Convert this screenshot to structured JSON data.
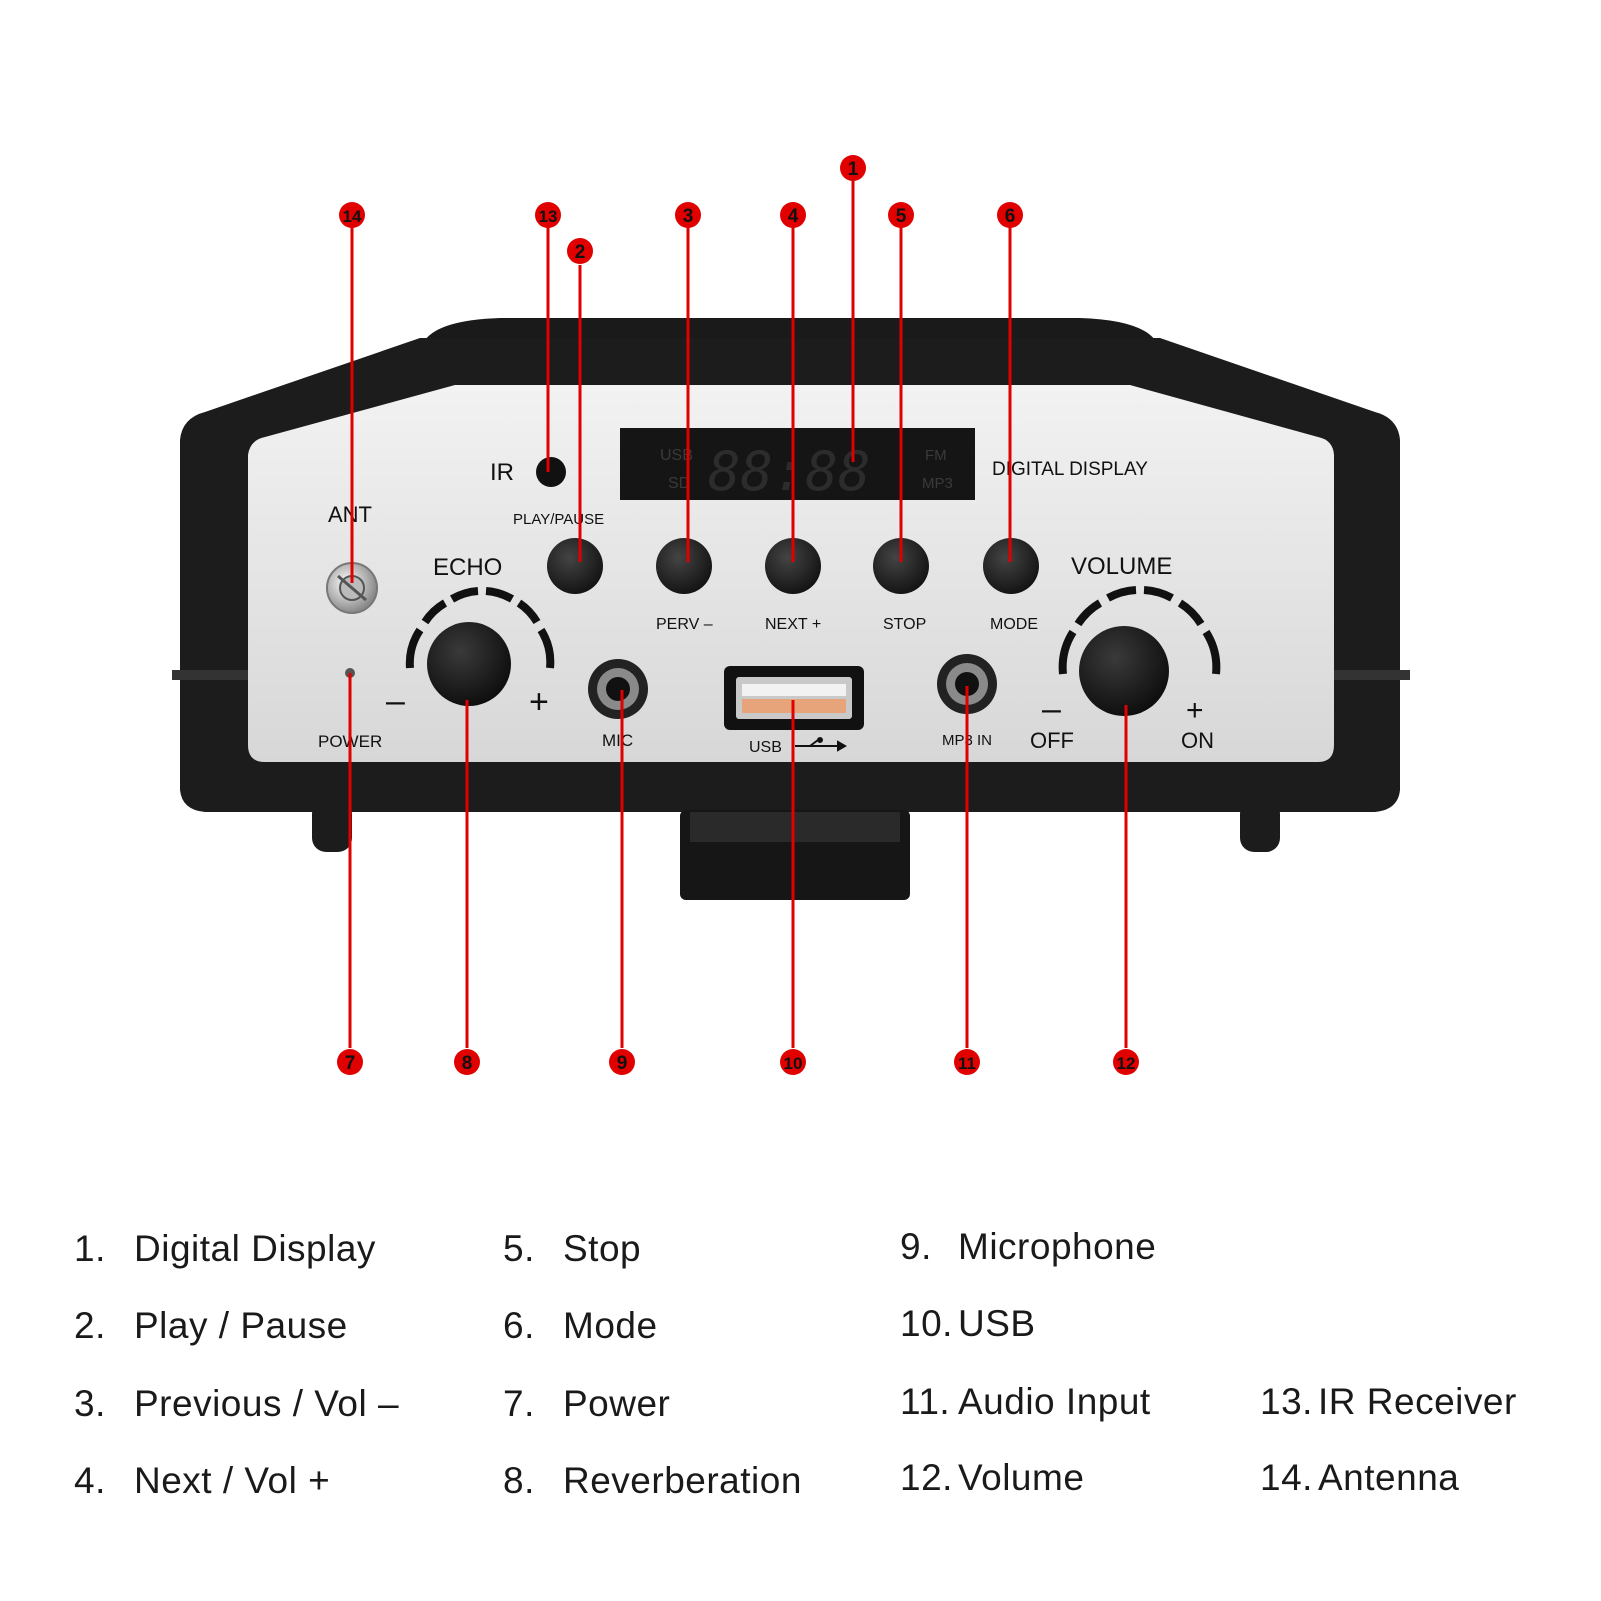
{
  "device": {
    "panel_labels": {
      "ir": "IR",
      "ant": "ANT",
      "play_pause": "PLAY/PAUSE",
      "digital_display": "DIGITAL DISPLAY",
      "echo": "ECHO",
      "volume": "VOLUME",
      "perv": "PERV –",
      "next": "NEXT +",
      "stop": "STOP",
      "mode": "MODE",
      "minus_echo": "–",
      "plus_echo": "+",
      "minus_vol": "–",
      "plus_vol": "+",
      "off": "OFF",
      "on": "ON",
      "power": "POWER",
      "mic": "MIC",
      "usb": "USB",
      "mp3_in": "MP3 IN"
    },
    "display_text": {
      "usb": "USB",
      "sd": "SD",
      "fm": "FM",
      "mp3": "MP3",
      "digits": "88:88"
    }
  },
  "badges": [
    "1",
    "2",
    "3",
    "4",
    "5",
    "6",
    "7",
    "8",
    "9",
    "10",
    "11",
    "12",
    "13",
    "14"
  ],
  "legend": {
    "col1": [
      {
        "num": "1.",
        "text": "Digital Display"
      },
      {
        "num": "2.",
        "text": "Play / Pause"
      },
      {
        "num": "3.",
        "text": "Previous / Vol –"
      },
      {
        "num": "4.",
        "text": "Next / Vol +"
      }
    ],
    "col2": [
      {
        "num": "5.",
        "text": "Stop"
      },
      {
        "num": "6.",
        "text": "Mode"
      },
      {
        "num": "7.",
        "text": "Power"
      },
      {
        "num": "8.",
        "text": "Reverberation"
      }
    ],
    "col3": [
      {
        "num": "9.",
        "text": "Microphone"
      },
      {
        "num": "10.",
        "text": "USB"
      },
      {
        "num": "11.",
        "text": "Audio Input"
      },
      {
        "num": "12.",
        "text": "Volume"
      }
    ],
    "col4": [
      {
        "num": "13.",
        "text": "IR Receiver"
      },
      {
        "num": "14.",
        "text": "Antenna"
      }
    ]
  },
  "colors": {
    "callout_red": "#e00000",
    "body_black": "#1b1b1b",
    "panel_silver": "#e4e4e4"
  }
}
